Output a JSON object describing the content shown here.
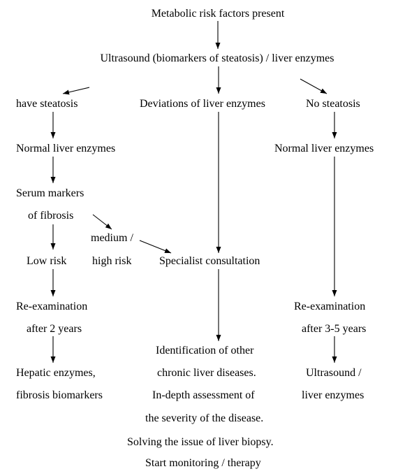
{
  "nodes": {
    "metabolic_risk": "Metabolic risk factors present",
    "ultrasound_enzymes": "Ultrasound (biomarkers of steatosis) / liver enzymes",
    "have_steatosis": "have steatosis",
    "deviations_enzymes": "Deviations of liver enzymes",
    "no_steatosis": "No steatosis",
    "normal_enzymes_left": "Normal liver enzymes",
    "normal_enzymes_right": "Normal liver enzymes",
    "serum_markers_line1": "Serum markers",
    "serum_markers_line2": "of fibrosis",
    "medium_high_line1": "medium /",
    "medium_high_line2": "high risk",
    "low_risk": "Low risk",
    "specialist": "Specialist consultation",
    "reexam_left_line1": "Re-examination",
    "reexam_left_line2": "after 2 years",
    "reexam_right_line1": "Re-examination",
    "reexam_right_line2": "after 3-5 years",
    "hepatic_line1": "Hepatic enzymes,",
    "hepatic_line2": "fibrosis biomarkers",
    "ultrasound_right_line1": "Ultrasound /",
    "ultrasound_right_line2": "liver enzymes",
    "identification_line1": "Identification of other",
    "identification_line2": "chronic liver diseases.",
    "identification_line3": "In-depth assessment of",
    "identification_line4": "the severity of the disease.",
    "identification_line5": "Solving the issue of liver biopsy.",
    "identification_line6": "Start monitoring / therapy"
  }
}
